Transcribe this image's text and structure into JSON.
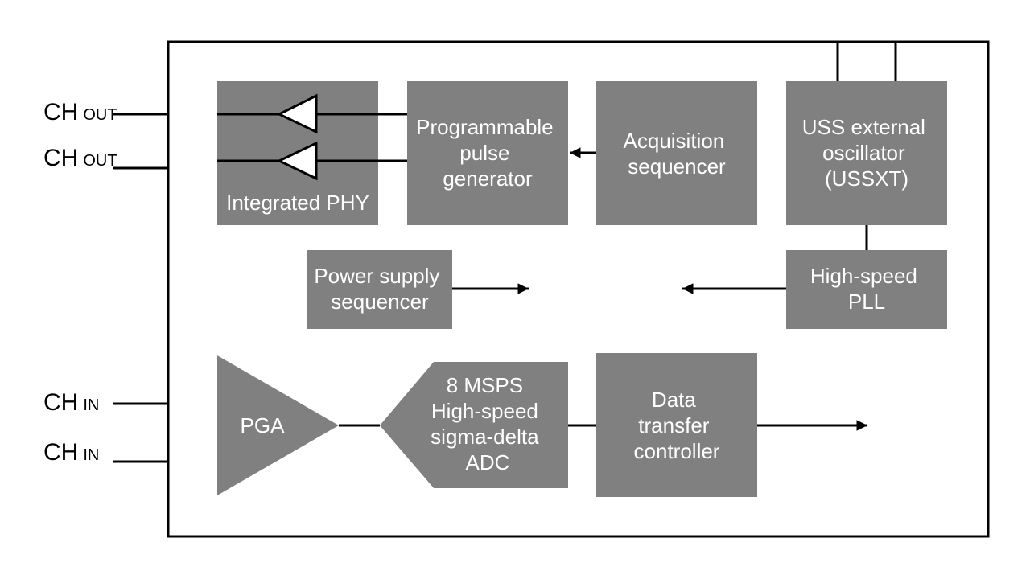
{
  "pins": {
    "out1": {
      "main": "CH",
      "sub": "OUT"
    },
    "out2": {
      "main": "CH",
      "sub": "OUT"
    },
    "in1": {
      "main": "CH",
      "sub": "IN"
    },
    "in2": {
      "main": "CH",
      "sub": "IN"
    }
  },
  "blocks": {
    "phy": [
      "Integrated PHY"
    ],
    "ppg": [
      "Programmable",
      "pulse",
      "generator"
    ],
    "acq": [
      "Acquisition",
      "sequencer"
    ],
    "ussxt": [
      "USS external",
      "oscillator",
      "(USSXT)"
    ],
    "psu": [
      "Power supply",
      "sequencer"
    ],
    "pll": [
      "High-speed",
      "PLL"
    ],
    "pga": [
      "PGA"
    ],
    "adc": [
      "8 MSPS",
      "High-speed",
      "sigma-delta",
      "ADC"
    ],
    "dtc": [
      "Data",
      "transfer",
      "controller"
    ]
  },
  "colors": {
    "block": "#808080",
    "line": "#000000",
    "text_on_block": "#ffffff"
  }
}
